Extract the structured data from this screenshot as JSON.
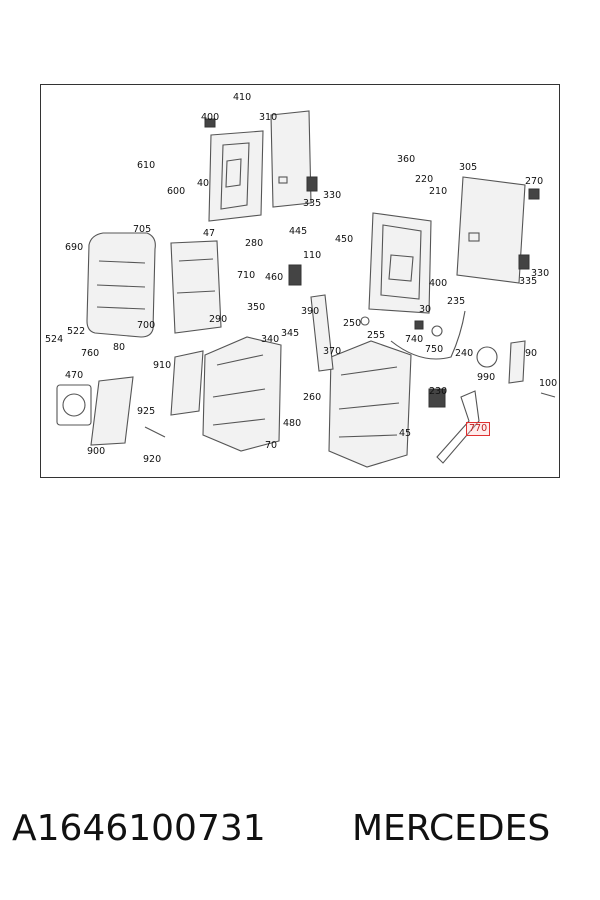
{
  "diagram": {
    "callouts": [
      "410",
      "400",
      "310",
      "610",
      "600",
      "40",
      "360",
      "305",
      "220",
      "210",
      "270",
      "335",
      "330",
      "705",
      "690",
      "47",
      "280",
      "445",
      "450",
      "110",
      "710",
      "460",
      "335",
      "330",
      "400",
      "235",
      "30",
      "350",
      "390",
      "290",
      "340",
      "345",
      "522",
      "524",
      "760",
      "80",
      "700",
      "910",
      "250",
      "255",
      "740",
      "750",
      "240",
      "90",
      "470",
      "260",
      "370",
      "990",
      "230",
      "100",
      "925",
      "480",
      "770",
      "900",
      "920",
      "70",
      "45"
    ],
    "highlighted_callout": "770"
  },
  "footer": {
    "part_number": "A1646100731",
    "brand": "MERCEDES"
  }
}
